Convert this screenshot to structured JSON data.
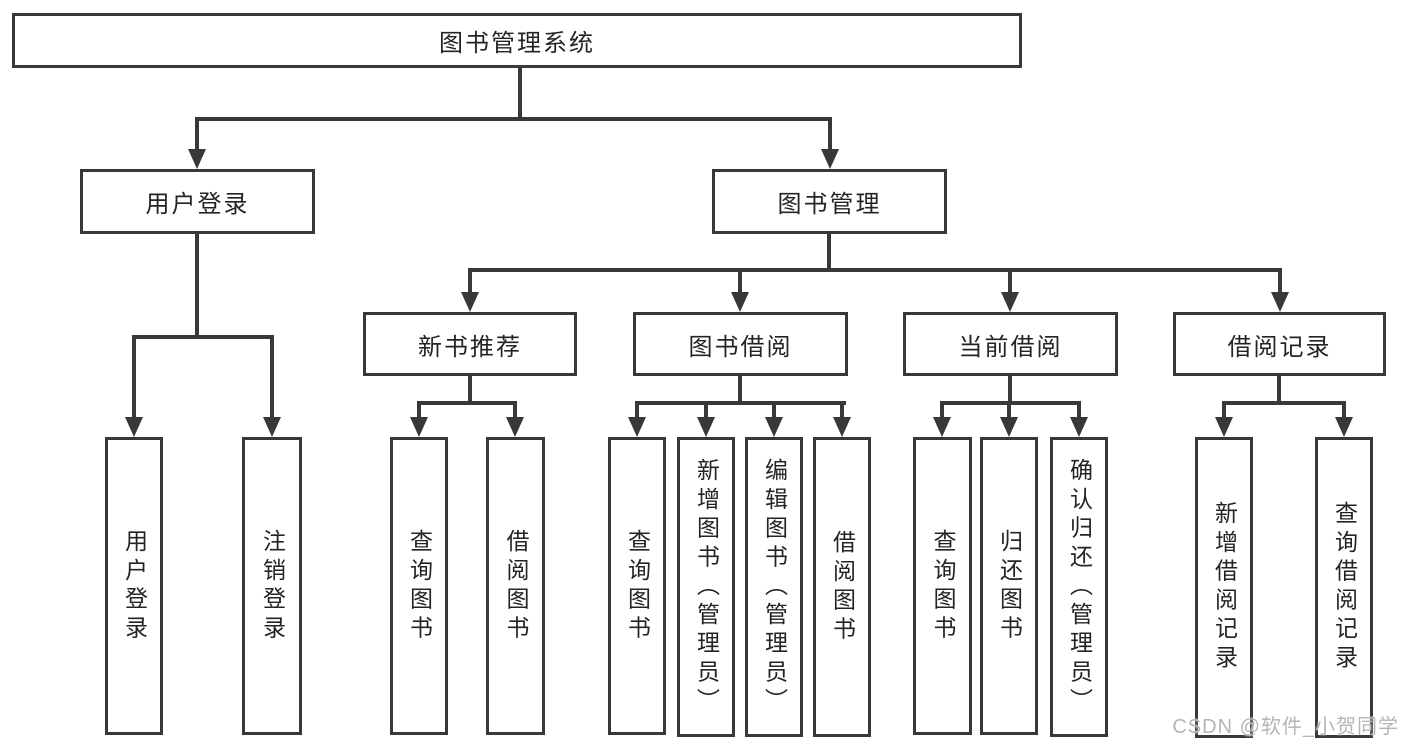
{
  "nodes": {
    "root": "图书管理系统",
    "user_login": "用户登录",
    "book_mgmt": "图书管理",
    "new_book": "新书推荐",
    "book_borrow": "图书借阅",
    "current_borrow": "当前借阅",
    "borrow_record": "借阅记录"
  },
  "leaves": [
    "用户登录",
    "注销登录",
    "查询图书",
    "借阅图书",
    "查询图书",
    "新增图书（管理员）",
    "编辑图书（管理员）",
    "借阅图书",
    "查询图书",
    "归还图书",
    "确认归还（管理员）",
    "新增借阅记录",
    "查询借阅记录"
  ],
  "watermark": "CSDN @软件_小贺同学",
  "colors": {
    "line": "#383838",
    "text": "#242424",
    "background": "#ffffff",
    "watermark": "#b5b5b5"
  }
}
